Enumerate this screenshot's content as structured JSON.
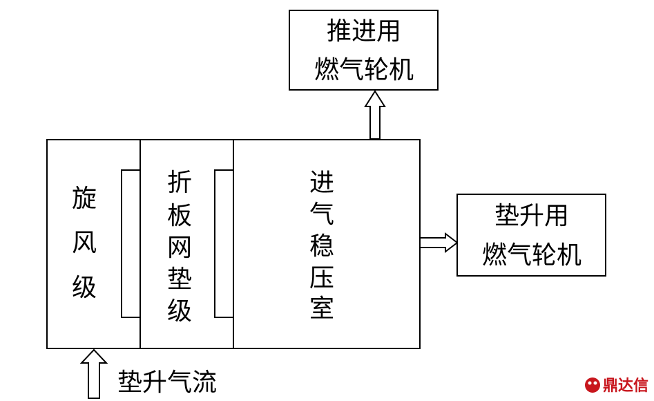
{
  "nodes": {
    "propulsion_turbine": {
      "line1": "推进用",
      "line2": "燃气轮机"
    },
    "lift_turbine": {
      "line1": "垫升用",
      "line2": "燃气轮机"
    },
    "cyclone_stage": {
      "c1": "旋",
      "c2": "风",
      "c3": "级"
    },
    "baffle_mesh_stage": {
      "c1": "折",
      "c2": "板",
      "c3": "网",
      "c4": "垫",
      "c5": "级"
    },
    "plenum_chamber": {
      "c1": "进",
      "c2": "气",
      "c3": "稳",
      "c4": "压",
      "c5": "室"
    }
  },
  "inflow": {
    "label": "垫升气流"
  },
  "watermark": {
    "text": "鼎达信",
    "color": "#c8161d"
  }
}
